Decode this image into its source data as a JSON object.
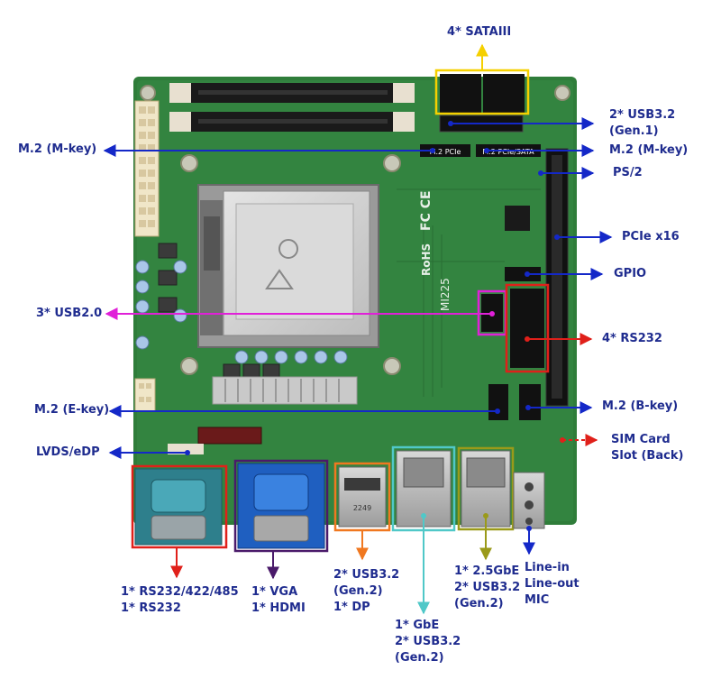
{
  "labels": {
    "sata": "4* SATAIII",
    "usb32_gen1_line1": "2* USB3.2",
    "usb32_gen1_line2": "(Gen.1)",
    "m2_m_left": "M.2 (M-key)",
    "m2_m_right": "M.2 (M-key)",
    "ps2": "PS/2",
    "pcie": "PCIe x16",
    "gpio": "GPIO",
    "usb20": "3* USB2.0",
    "rs232x4": "4* RS232",
    "m2_e": "M.2 (E-key)",
    "m2_b": "M.2 (B-key)",
    "lvds": "LVDS/eDP",
    "sim_line1": "SIM Card",
    "sim_line2": "Slot (Back)",
    "rs_combo_line1": "1* RS232/422/485",
    "rs_combo_line2": "1* RS232",
    "vga_line1": "1* VGA",
    "vga_line2": "1* HDMI",
    "usb32_gen2_dp_line1": "2* USB3.2",
    "usb32_gen2_dp_line2": "(Gen.2)",
    "usb32_gen2_dp_line3": "1* DP",
    "gbe_line1": "1* GbE",
    "gbe_line2": "2* USB3.2",
    "gbe_line3": "(Gen.2)",
    "gbe25_line1": "1* 2.5GbE",
    "gbe25_line2": "2* USB3.2",
    "gbe25_line3": "(Gen.2)",
    "audio_line1": "Line-in",
    "audio_line2": "Line-out",
    "audio_line3": "MIC"
  },
  "board_silkscreen": {
    "m2_pcie": "M.2 PCIe",
    "m2_pcie_sata": "M.2 PCIe/SATA",
    "cert_fcc": "FC CE",
    "cert_rohs": "RoHS",
    "model": "MI225",
    "vga_model": "2249"
  },
  "colors": {
    "label_text": "#1f2c8f",
    "board": "#2f7d3a",
    "arrow_blue": "#1428c8",
    "sata_box": "#f5d000",
    "usb20_box": "#e020d8",
    "rs232_box": "#e0201a",
    "vga_box": "#4a1a6a",
    "dp_box": "#f07820",
    "gbe_box": "#50c8c8",
    "gbe25_box": "#9a9a1a"
  }
}
